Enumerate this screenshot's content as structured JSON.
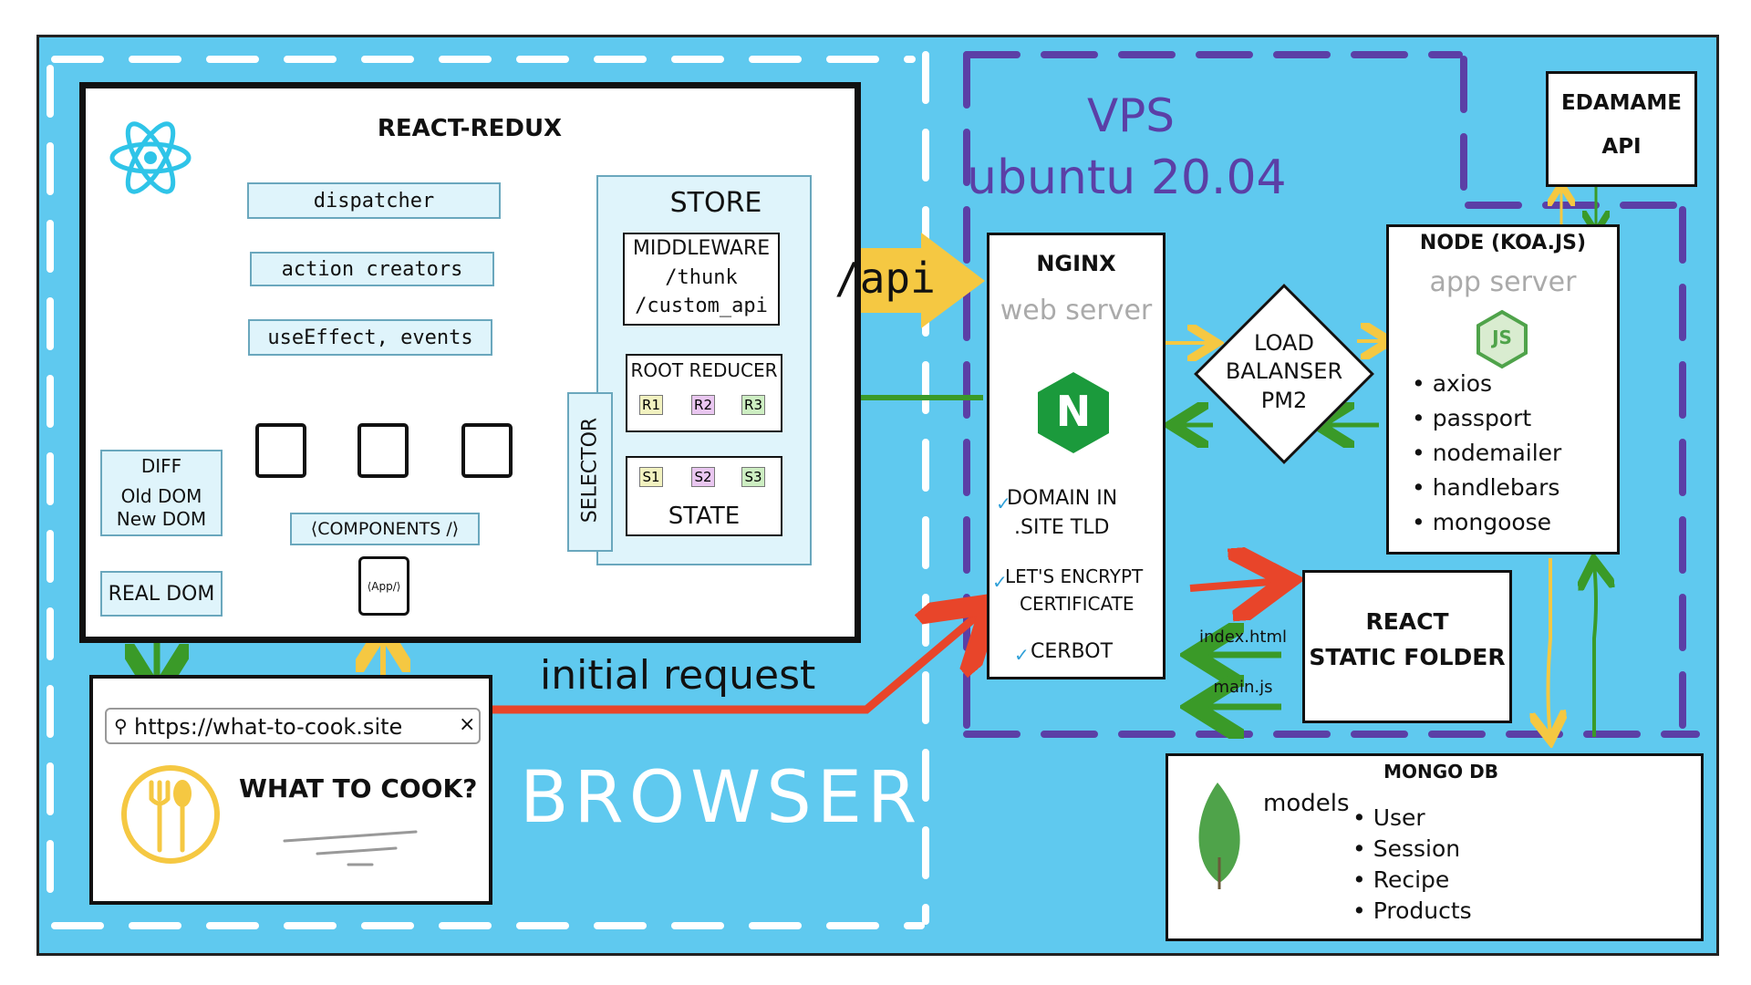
{
  "react_redux": {
    "title": "REACT-REDUX",
    "dispatcher": "dispatcher",
    "action_creators": "action creators",
    "use_effect": "useEffect, events",
    "components": "⟨COMPONENTS /⟩",
    "app": "⟨App/⟩",
    "diff_title": "DIFF",
    "diff_old": "Old DOM",
    "diff_new": "New DOM",
    "real_dom": "REAL DOM",
    "selector": "SELECTOR",
    "store": {
      "title": "STORE",
      "middleware": [
        "MIDDLEWARE",
        "/thunk",
        "/custom_api"
      ],
      "root_reducer": "ROOT REDUCER",
      "reducers": [
        "R1",
        "R2",
        "R3"
      ],
      "states": [
        "S1",
        "S2",
        "S3"
      ],
      "state": "STATE"
    }
  },
  "api_arrow": "/api",
  "vps": {
    "title": "VPS",
    "os": "ubuntu 20.04"
  },
  "nginx": {
    "title": "NGINX",
    "subtitle": "web server",
    "logo_letter": "N",
    "checks": [
      [
        "DOMAIN IN",
        ".SITE TLD"
      ],
      [
        "LET'S ENCRYPT",
        "CERTIFICATE"
      ],
      [
        "CERBOT"
      ]
    ]
  },
  "load_balancer": [
    "LOAD",
    "BALANSER",
    "PM2"
  ],
  "node": {
    "title": "NODE (KOA.JS)",
    "subtitle": "app server",
    "logo_letters": "JS",
    "libs": [
      "axios",
      "passport",
      "nodemailer",
      "handlebars",
      "mongoose"
    ]
  },
  "edamame": [
    "EDAMAME",
    "API"
  ],
  "react_static": [
    "REACT",
    "STATIC FOLDER"
  ],
  "static_files": [
    "index.html",
    "main.js"
  ],
  "mongo": {
    "title": "MONGO DB",
    "models_label": "models",
    "models": [
      "User",
      "Session",
      "Recipe",
      "Products"
    ]
  },
  "browser": {
    "label": "BROWSER",
    "url": "https://what-to-cook.site",
    "close": "×",
    "app_title": "WHAT TO COOK?",
    "initial_request": "initial request"
  },
  "colors": {
    "background": "#5fc9ef",
    "yellow": "#f5c842",
    "green": "#3a9a28",
    "red": "#e8452a",
    "purple": "#5b3fa6",
    "react_cyan": "#2fc4e8",
    "nginx_green": "#1b9a3c",
    "mongo_green": "#4fa34a"
  }
}
